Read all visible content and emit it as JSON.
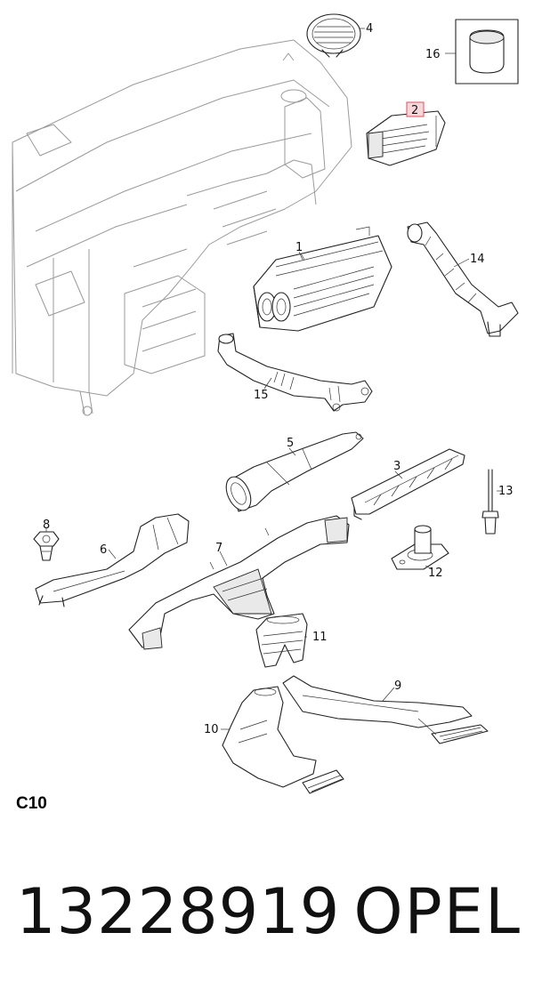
{
  "diagram": {
    "callouts": [
      {
        "id": "4",
        "label": "4"
      },
      {
        "id": "16",
        "label": "16"
      },
      {
        "id": "2",
        "label": "2",
        "highlighted": true
      },
      {
        "id": "1",
        "label": "1"
      },
      {
        "id": "14",
        "label": "14"
      },
      {
        "id": "15",
        "label": "15"
      },
      {
        "id": "5",
        "label": "5"
      },
      {
        "id": "3",
        "label": "3"
      },
      {
        "id": "13",
        "label": "13"
      },
      {
        "id": "8",
        "label": "8"
      },
      {
        "id": "6",
        "label": "6"
      },
      {
        "id": "7",
        "label": "7"
      },
      {
        "id": "12",
        "label": "12"
      },
      {
        "id": "11",
        "label": "11"
      },
      {
        "id": "9",
        "label": "9"
      },
      {
        "id": "10",
        "label": "10"
      }
    ],
    "highlight_color": "#e05060",
    "highlight_fill": "#f7d6da"
  },
  "section_code": "C10",
  "footer": {
    "part_number": "13228919",
    "brand": "OPEL"
  }
}
